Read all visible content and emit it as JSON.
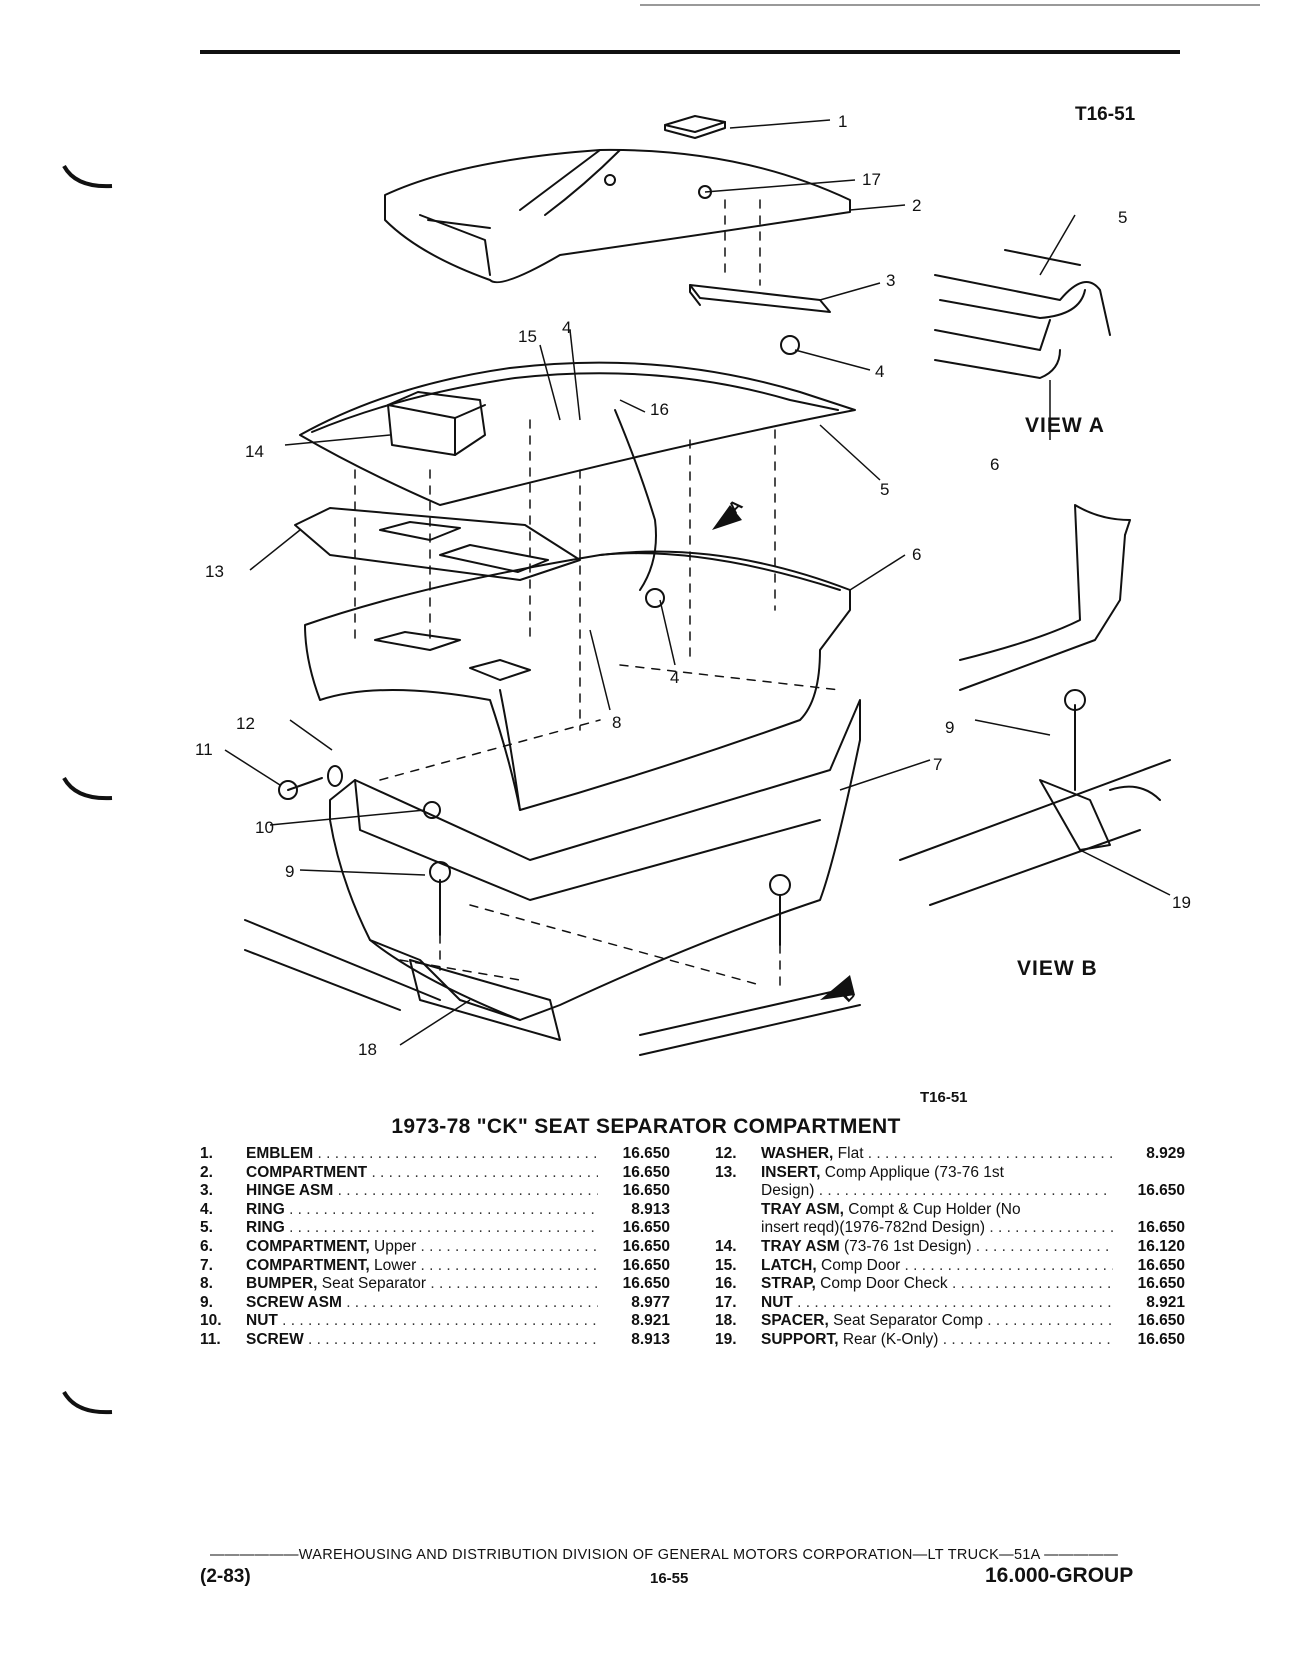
{
  "figure": {
    "code": "T16-51",
    "code_bottom": "T16-51",
    "callouts": [
      "1",
      "17",
      "2",
      "3",
      "5",
      "4",
      "15",
      "4",
      "16",
      "14",
      "5",
      "6",
      "13",
      "6",
      "4",
      "8",
      "12",
      "11",
      "10",
      "9",
      "7",
      "18",
      "9",
      "19"
    ],
    "view_a_label": "VIEW A",
    "view_b_label": "VIEW B",
    "view_a_arrow": "A",
    "view_b_arrow": "B"
  },
  "title": "1973-78 \"CK\" SEAT SEPARATOR COMPARTMENT",
  "parts_left": [
    {
      "num": "1.",
      "name": "EMBLEM",
      "desc": "",
      "group": "16.650"
    },
    {
      "num": "2.",
      "name": "COMPARTMENT",
      "desc": "",
      "group": "16.650"
    },
    {
      "num": "3.",
      "name": "HINGE ASM",
      "desc": "",
      "group": "16.650"
    },
    {
      "num": "4.",
      "name": "RING",
      "desc": "",
      "group": "8.913"
    },
    {
      "num": "5.",
      "name": "RING",
      "desc": "",
      "group": "16.650"
    },
    {
      "num": "6.",
      "name": "COMPARTMENT,",
      "desc": "Upper",
      "group": "16.650"
    },
    {
      "num": "7.",
      "name": "COMPARTMENT,",
      "desc": "Lower",
      "group": "16.650"
    },
    {
      "num": "8.",
      "name": "BUMPER,",
      "desc": "Seat Separator",
      "group": "16.650"
    },
    {
      "num": "9.",
      "name": "SCREW ASM",
      "desc": "",
      "group": "8.977"
    },
    {
      "num": "10.",
      "name": "NUT",
      "desc": "",
      "group": "8.921"
    },
    {
      "num": "11.",
      "name": "SCREW",
      "desc": "",
      "group": "8.913"
    }
  ],
  "parts_right": [
    {
      "num": "12.",
      "name": "WASHER,",
      "desc": "Flat",
      "group": "8.929"
    },
    {
      "num": "13.",
      "name": "INSERT,",
      "desc": "Comp Applique (73-76 1st",
      "group": "",
      "nodots": true
    },
    {
      "num": "",
      "name": "",
      "desc": "Design)",
      "group": "16.650"
    },
    {
      "num": "",
      "name": "TRAY ASM,",
      "desc": "Compt & Cup Holder (No",
      "group": "",
      "nodots": true
    },
    {
      "num": "",
      "name": "",
      "desc": "insert reqd)(1976-782nd Design)",
      "group": "16.650"
    },
    {
      "num": "14.",
      "name": "TRAY ASM",
      "desc": "(73-76 1st Design)",
      "group": "16.120"
    },
    {
      "num": "15.",
      "name": "LATCH,",
      "desc": "Comp Door",
      "group": "16.650"
    },
    {
      "num": "16.",
      "name": "STRAP,",
      "desc": "Comp Door Check",
      "group": "16.650"
    },
    {
      "num": "17.",
      "name": "NUT",
      "desc": "",
      "group": "8.921"
    },
    {
      "num": "18.",
      "name": "SPACER,",
      "desc": "Seat Separator Comp",
      "group": "16.650"
    },
    {
      "num": "19.",
      "name": "SUPPORT,",
      "desc": "Rear (K-Only)",
      "group": "16.650"
    }
  ],
  "footer": {
    "line": "——————WAREHOUSING AND DISTRIBUTION  DIVISION OF GENERAL MOTORS CORPORATION—LT TRUCK—51A  —————",
    "date": "(2-83)",
    "page": "16-55",
    "group": "16.000-GROUP"
  }
}
